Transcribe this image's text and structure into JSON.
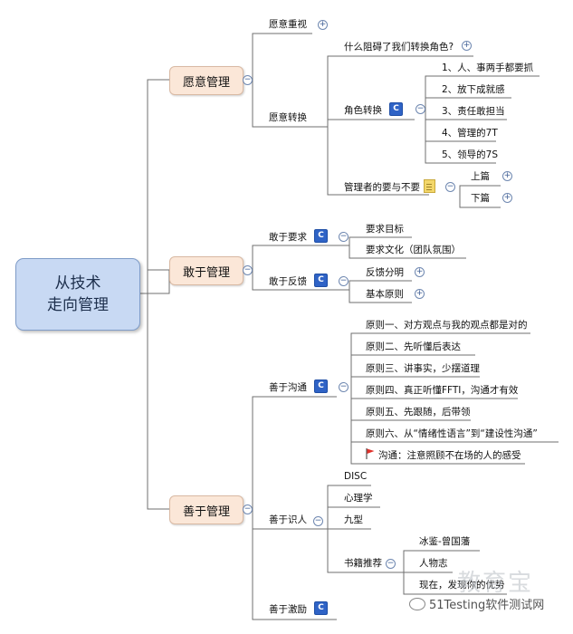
{
  "root": {
    "line1": "从技术",
    "line2": "走向管理"
  },
  "branches": {
    "willing": {
      "label": "愿意管理",
      "value": {
        "label": "愿意重视"
      },
      "switch": {
        "label": "愿意转换",
        "obstacle": "什么阻碍了我们转换角色?",
        "role": {
          "label": "角色转换",
          "items": [
            "1、人、事两手都要抓",
            "2、放下成就感",
            "3、责任敢担当",
            "4、管理的7T",
            "5、领导的7S"
          ]
        },
        "dos": {
          "label": "管理者的要与不要",
          "items": [
            "上篇",
            "下篇"
          ]
        }
      }
    },
    "dare": {
      "label": "敢于管理",
      "demand": {
        "label": "敢于要求",
        "items": [
          "要求目标",
          "要求文化（团队氛围）"
        ]
      },
      "feedback": {
        "label": "敢于反馈",
        "items": [
          "反馈分明",
          "基本原则"
        ]
      }
    },
    "good": {
      "label": "善于管理",
      "communicate": {
        "label": "善于沟通",
        "items": [
          "原则一、对方观点与我的观点都是对的",
          "原则二、先听懂后表达",
          "原则三、讲事实，少摆道理",
          "原则四、真正听懂FFTI，沟通才有效",
          "原则五、先跟随，后带领",
          "原则六、从“情绪性语言”到“建设性沟通”",
          "沟通：注意照顾不在场的人的感受"
        ]
      },
      "people": {
        "label": "善于识人",
        "items": [
          "DISC",
          "心理学",
          "九型"
        ],
        "books": {
          "label": "书籍推荐",
          "items": [
            "冰鉴-曾国藩",
            "人物志",
            "现在，发现你的优势"
          ]
        }
      },
      "motivate": {
        "label": "善于激励"
      }
    }
  },
  "icons": {
    "topic_note": "c-note-icon",
    "attachment": "document-icon",
    "flag": "red-flag-icon",
    "expand": "plus-circle-icon",
    "collapse": "minus-circle-icon"
  },
  "colors": {
    "root_fill": "#c8d9f3",
    "main_fill": "#fbe7d8",
    "line": "#6f6f6f",
    "c_icon": "#2f63c6",
    "flag": "#e0312b"
  },
  "watermark": {
    "big": "教育宝",
    "text": "51Testing软件测试网"
  }
}
